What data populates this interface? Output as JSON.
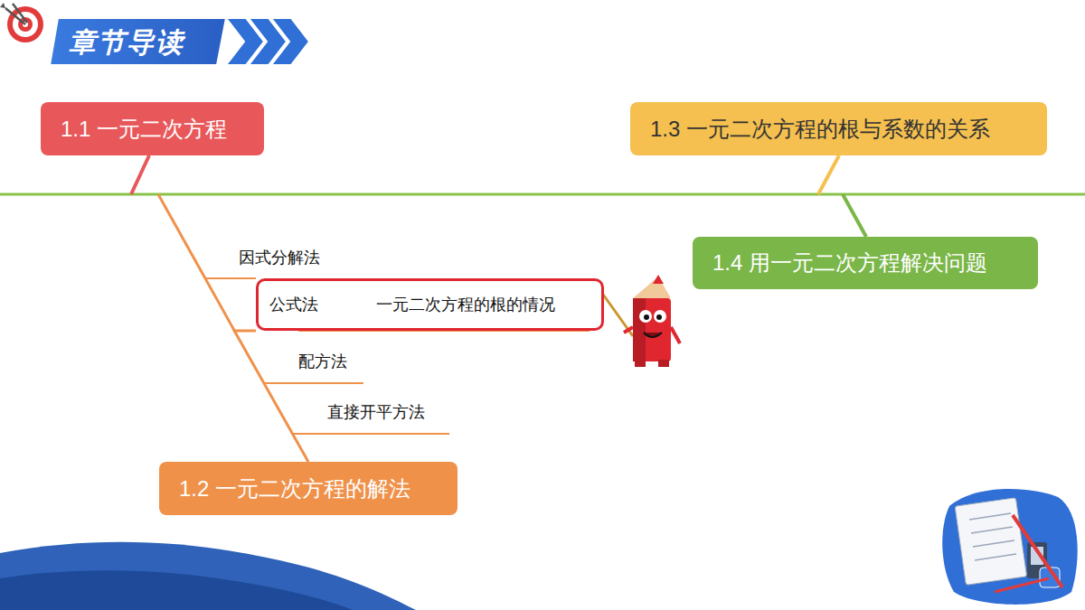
{
  "diagram": {
    "title": "章节导读",
    "nodes": [
      {
        "text": [
          "1.1 一元二次方程"
        ]
      },
      {
        "text": [
          "1.3 一元二次方程的根与系数的关系"
        ]
      },
      {
        "text": [
          "1.4 用一元二次方程解决问题"
        ]
      },
      {
        "text": [
          "公式法",
          "一元二次方程的根的情况"
        ]
      },
      {
        "text": [
          "1.2 一元二次方程的解法"
        ]
      }
    ],
    "edges": [
      {
        "from": 4,
        "to": 3,
        "arrow": "none"
      }
    ],
    "labels": [
      "因式分解法",
      "配方法",
      "直接开平方法"
    ]
  }
}
